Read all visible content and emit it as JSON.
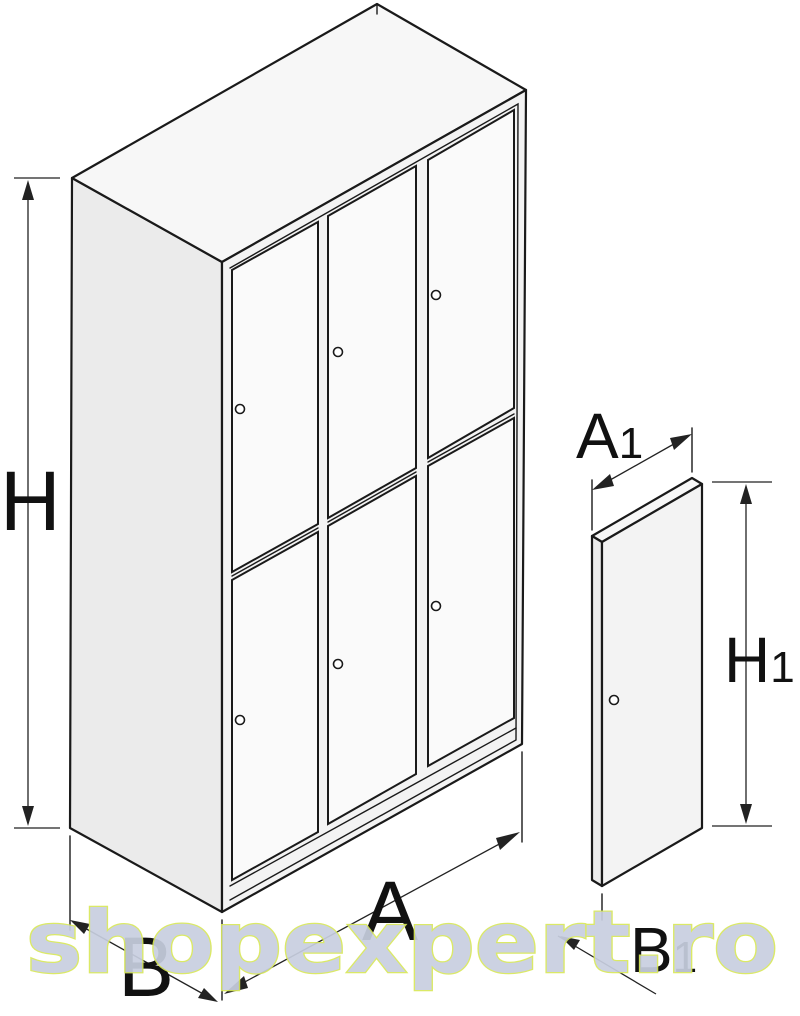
{
  "labels": {
    "H": "H",
    "A": "A",
    "B": "B",
    "A1_main": "A",
    "A1_sub": "1",
    "H1_main": "H",
    "H1_sub": "1",
    "B1_main": "B",
    "B1_sub": "1"
  },
  "watermark": "shopexpert.ro",
  "colors": {
    "line": "#1a1a1a",
    "watermark_fill": "#c8cfe0",
    "watermark_outline": "#d8e85a"
  }
}
